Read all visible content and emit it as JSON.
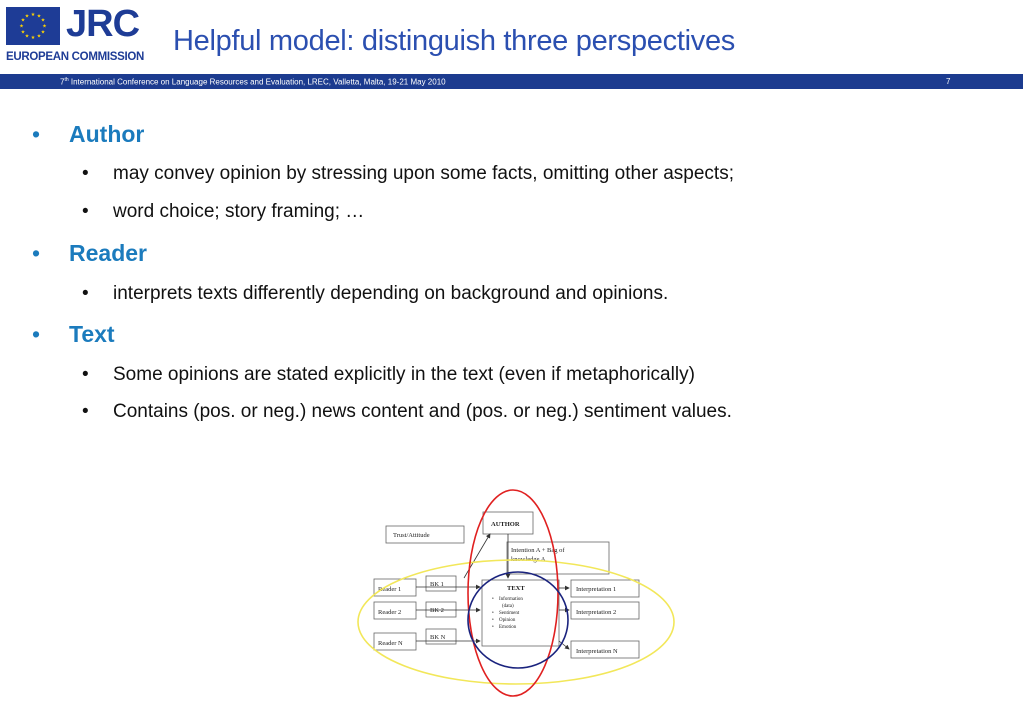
{
  "header": {
    "logo_text": "JRC",
    "org_text": "EUROPEAN COMMISSION",
    "title": "Helpful model: distinguish three perspectives"
  },
  "band": {
    "ordinal_number": "7",
    "ordinal_suffix": "th",
    "conference": " International Conference on Language Resources and Evaluation, LREC,  Valletta, Malta, 19-21 May 2010",
    "slide_number": "7"
  },
  "bullets": [
    {
      "heading": "Author",
      "items": [
        "may convey opinion by stressing upon some facts, omitting other aspects;",
        "word choice; story framing; …"
      ]
    },
    {
      "heading": "Reader",
      "items": [
        "interprets texts differently depending on background and opinions."
      ]
    },
    {
      "heading": "Text",
      "items": [
        "Some opinions are stated explicitly in the text (even if metaphorically)",
        "Contains (pos. or neg.) news content and (pos. or neg.) sentiment values."
      ]
    }
  ],
  "bullet_glyph": "•",
  "diagram": {
    "trust": "Trust/Attitude",
    "author": "AUTHOR",
    "intention_1": "Intention A + Bag of",
    "intention_2": "knowledge A",
    "readers": [
      "Reader 1",
      "Reader 2",
      "Reader N"
    ],
    "bks": [
      "BK 1",
      "BK 2",
      "BK N"
    ],
    "text_title": "TEXT",
    "text_items": [
      "Information",
      "(data)",
      "Sentiment",
      "Opinion",
      "Emotion"
    ],
    "interpretations": [
      "Interpretation 1",
      "Interpretation 2",
      "Interpretation N"
    ]
  },
  "colors": {
    "brand_blue": "#1c3b8f",
    "heading_blue": "#1b7bbd",
    "title_blue": "#2b4fb0",
    "ellipse_red": "#e02020",
    "ellipse_blue": "#1a237e",
    "ellipse_yellow": "#f2e75a"
  }
}
